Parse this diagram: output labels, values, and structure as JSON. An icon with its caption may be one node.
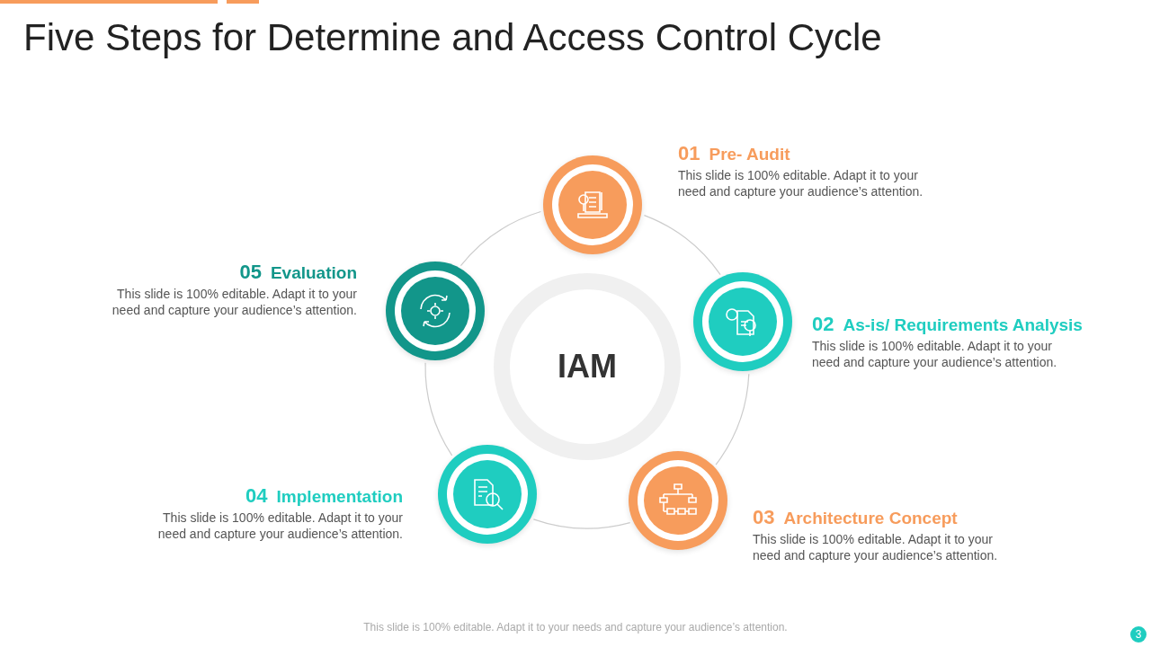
{
  "diagram": {
    "title": "Five Steps for Determine and Access Control Cycle",
    "nodes": [
      {
        "text": [
          "IAM"
        ]
      },
      {
        "text": [],
        "shape": "circle",
        "beside": [
          "01",
          "Pre- Audit",
          "This slide is 100% editable. Adapt it to your need and capture your audience’s attention."
        ]
      },
      {
        "text": [],
        "shape": "circle",
        "beside": [
          "02",
          "As-is/ Requirements Analysis",
          "This slide is 100% editable. Adapt it to your need and capture your audience’s attention."
        ]
      },
      {
        "text": [],
        "shape": "circle",
        "beside": [
          "03",
          "Architecture Concept",
          "This slide is 100% editable. Adapt it to your need and capture your audience’s attention."
        ]
      },
      {
        "text": [],
        "shape": "circle",
        "beside": [
          "04",
          "Implementation",
          "This slide is 100% editable. Adapt it to your need and capture your audience’s attention."
        ]
      },
      {
        "text": [],
        "shape": "circle",
        "beside": [
          "05",
          "Evaluation",
          "This slide is 100% editable. Adapt it to your need and capture your audience’s attention."
        ]
      }
    ],
    "edges": [
      {
        "from": 1,
        "to": 2,
        "arrow": "none"
      },
      {
        "from": 2,
        "to": 3,
        "arrow": "none"
      },
      {
        "from": 3,
        "to": 4,
        "arrow": "none"
      },
      {
        "from": 4,
        "to": 5,
        "arrow": "none"
      },
      {
        "from": 5,
        "to": 1,
        "arrow": "none"
      }
    ],
    "labels": [
      "This slide is 100% editable. Adapt it to your needs and capture your audience’s attention.",
      "3"
    ]
  }
}
